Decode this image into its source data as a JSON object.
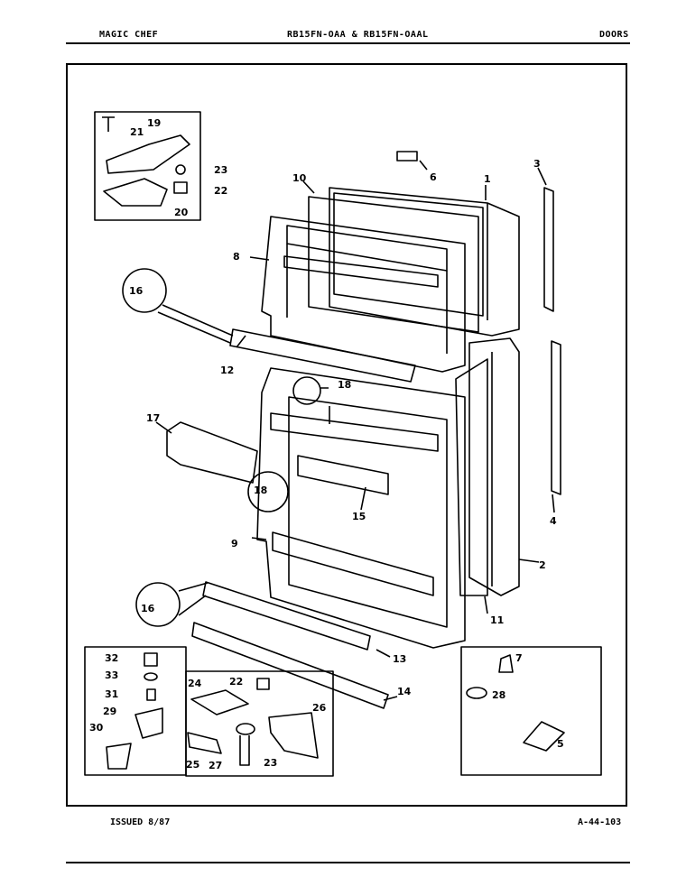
{
  "header": {
    "brand": "MAGIC CHEF",
    "model": "RB15FN-OAA & RB15FN-OAAL",
    "section": "DOORS"
  },
  "footer": {
    "issued": "ISSUED 8/87",
    "code": "A-44-103"
  },
  "callouts": {
    "p1": "1",
    "p2": "2",
    "p3": "3",
    "p4": "4",
    "p5": "5",
    "p6": "6",
    "p7": "7",
    "p8": "8",
    "p9": "9",
    "p10": "10",
    "p11": "11",
    "p12": "12",
    "p13": "13",
    "p14": "14",
    "p15": "15",
    "p16a": "16",
    "p16b": "16",
    "p17": "17",
    "p18a": "18",
    "p18b": "18",
    "p19": "19",
    "p20": "20",
    "p21": "21",
    "p22a": "22",
    "p22b": "22",
    "p23a": "23",
    "p23b": "23",
    "p24": "24",
    "p25": "25",
    "p26": "26",
    "p27": "27",
    "p28": "28",
    "p29": "29",
    "p30": "30",
    "p31": "31",
    "p32": "32",
    "p33": "33"
  }
}
